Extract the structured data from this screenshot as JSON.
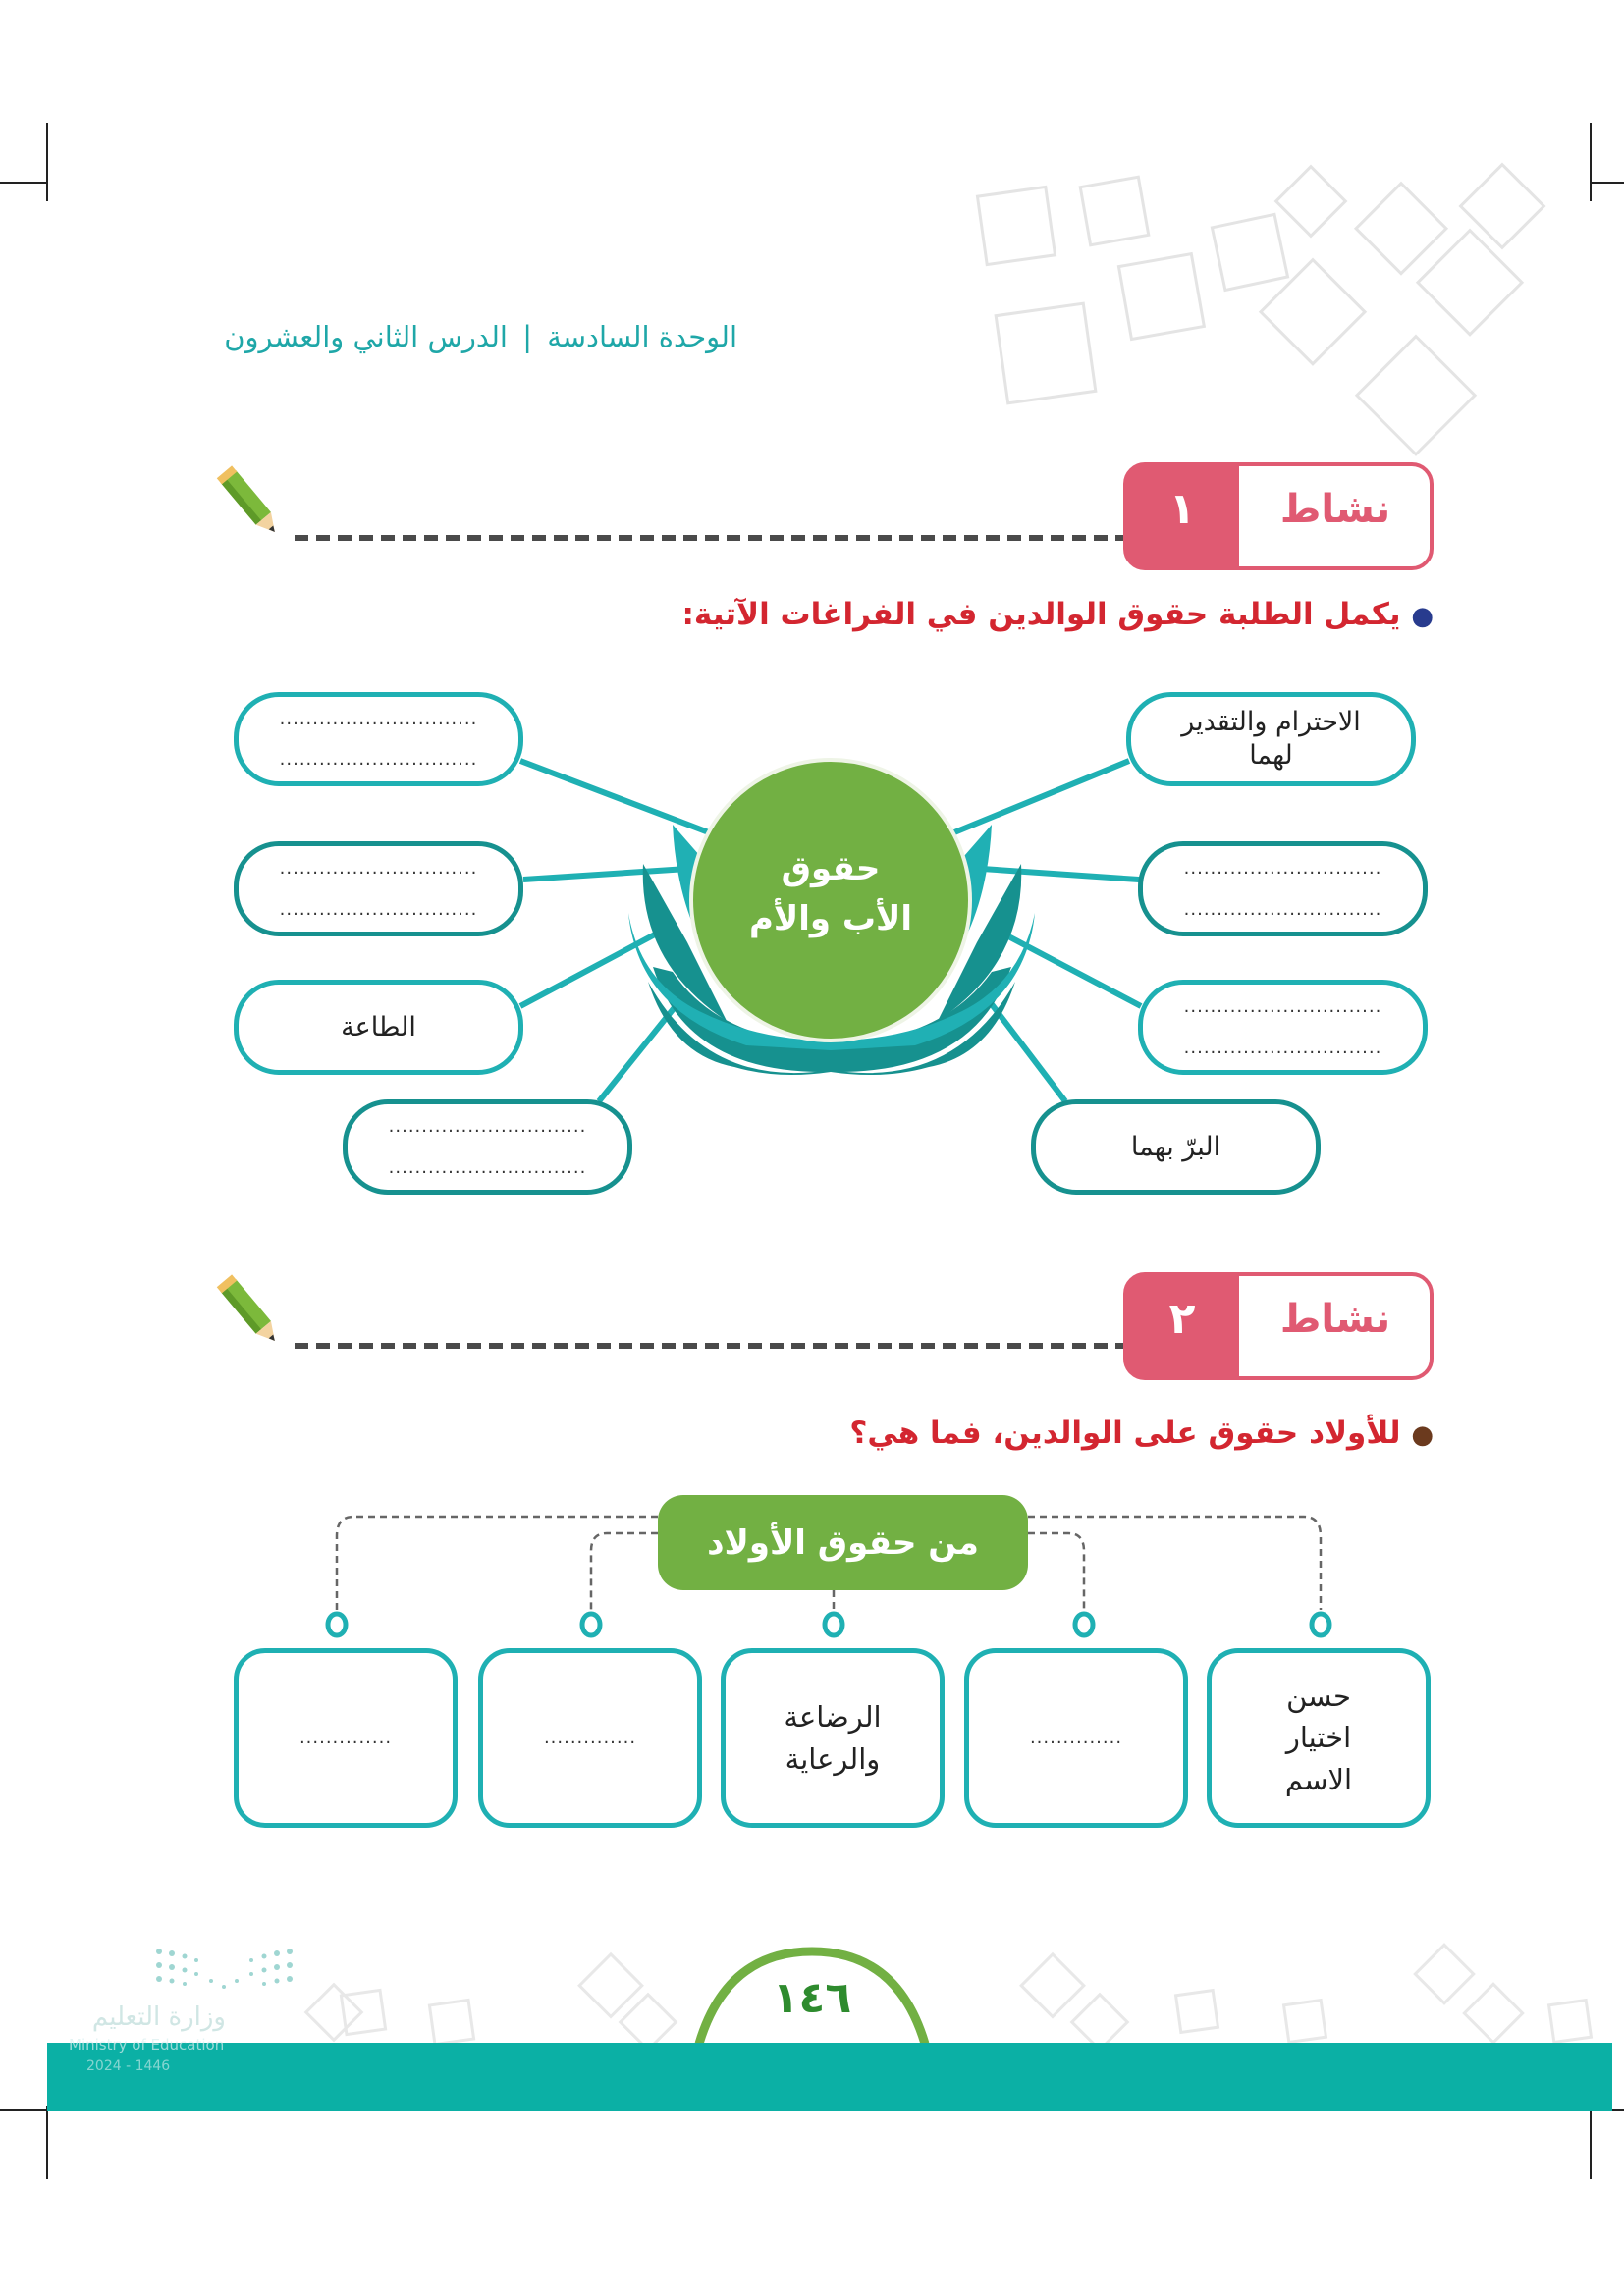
{
  "header": {
    "unit": "الوحدة السادسة",
    "separator": "|",
    "lesson": "الدرس الثاني والعشرون"
  },
  "activity1": {
    "badge_word": "نشاط",
    "badge_number": "١",
    "instruction": "يكمل الطلبة حقوق الوالدين في الفراغات الآتية:",
    "center": {
      "line1": "حقوق",
      "line2": "الأب والأم"
    },
    "boxes": {
      "right1": {
        "text": "الاحترام والتقدير لهما"
      },
      "right2": {
        "line1": "..............................",
        "line2": ".............................."
      },
      "right3": {
        "line1": "..............................",
        "line2": ".............................."
      },
      "right4": {
        "text": "البرّ بهما"
      },
      "left1": {
        "line1": "..............................",
        "line2": ".............................."
      },
      "left2": {
        "line1": "..............................",
        "line2": ".............................."
      },
      "left3": {
        "text": "الطاعة"
      },
      "left4": {
        "line1": "..............................",
        "line2": ".............................."
      }
    }
  },
  "activity2": {
    "badge_word": "نشاط",
    "badge_number": "٢",
    "instruction": "للأولاد حقوق على الوالدين، فما هي؟",
    "title": "من حقوق الأولاد",
    "boxes": [
      {
        "text": "حسن اختيار الاسم"
      },
      {
        "text": ".............."
      },
      {
        "text": "الرضاعة والرعاية"
      },
      {
        "text": ".............."
      },
      {
        "text": ".............."
      }
    ]
  },
  "footer": {
    "page_number": "١٤٦",
    "ministry_ar": "وزارة التعليم",
    "ministry_en": "Ministry of Education",
    "year": "2024 - 1446"
  },
  "colors": {
    "teal": "#1fb0b3",
    "dark_teal": "#16918f",
    "green": "#72b043",
    "pink": "#e05a72",
    "red_text": "#d32630",
    "footer_teal": "#0bb0a5"
  }
}
